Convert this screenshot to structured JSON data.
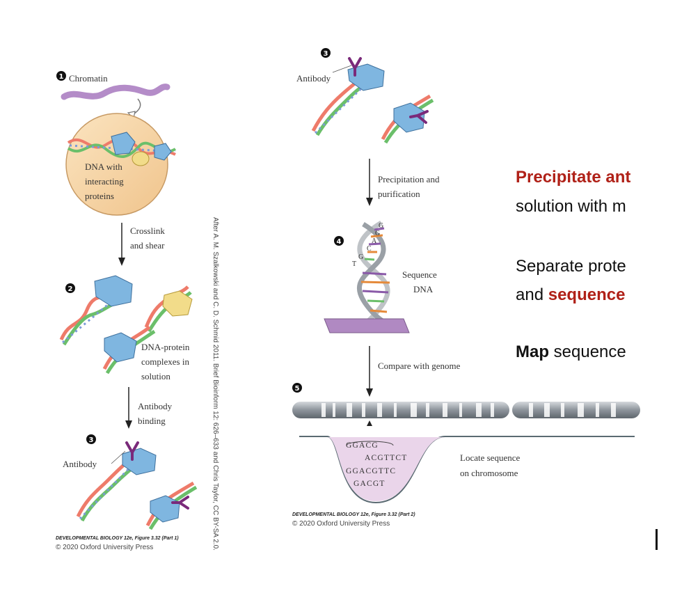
{
  "left_panel": {
    "step1_label": "Chromatin",
    "nucleus_label": [
      "DNA with",
      "interacting",
      "proteins"
    ],
    "arrow1_label": [
      "Crosslink",
      "and shear"
    ],
    "step2_label": [
      "DNA-protein",
      "complexes in",
      "solution"
    ],
    "arrow2_label": [
      "Antibody",
      "binding"
    ],
    "step3_label": "Antibody",
    "side_credit": "After A. M. Szalkowski and C. D. Schmid 2011. Brief Bioinform 12: 626–633 and Chris Taylor, CC BY-SA 2.0.",
    "credit_title": "DEVELOPMENTAL BIOLOGY 12e, Figure 3.32 (Part 1)",
    "credit_copy": "© 2020 Oxford University Press"
  },
  "right_panel": {
    "step3_label": "Antibody",
    "arrow3_label": [
      "Precipitation and",
      "purification"
    ],
    "bases": [
      "G",
      "G",
      "A",
      "C",
      "G",
      "T"
    ],
    "step4_label": [
      "Sequence",
      "DNA"
    ],
    "arrow4_label": "Compare with genome",
    "reads": [
      "GGACG",
      "ACGTTCT",
      "GGACGTTC",
      "GACGT"
    ],
    "locate_label": [
      "Locate sequence",
      "on chromosome"
    ],
    "credit_title": "DEVELOPMENTAL BIOLOGY 12e, Figure 3.32 (Part 2)",
    "credit_copy": "© 2020 Oxford University Press"
  },
  "steps": [
    "1",
    "2",
    "3",
    "3",
    "4",
    "5"
  ],
  "slide_text": {
    "line1_red": "Precipitate ant",
    "line2": "solution with m",
    "line3": "Separate prote",
    "line4_prefix": "and ",
    "line4_red": "sequence",
    "line5_bold": "Map",
    "line5_rest": " sequence"
  },
  "colors": {
    "accent_red": "#b02118",
    "protein_blue": "#7fb6e0",
    "protein_yellow": "#f2dc8a",
    "antibody_purple": "#7a2a7a",
    "chromatin_purple": "#c9a6d6",
    "nucleus_fill": "#f5d3a3",
    "chromosome_gray": "#9aa0a6"
  }
}
